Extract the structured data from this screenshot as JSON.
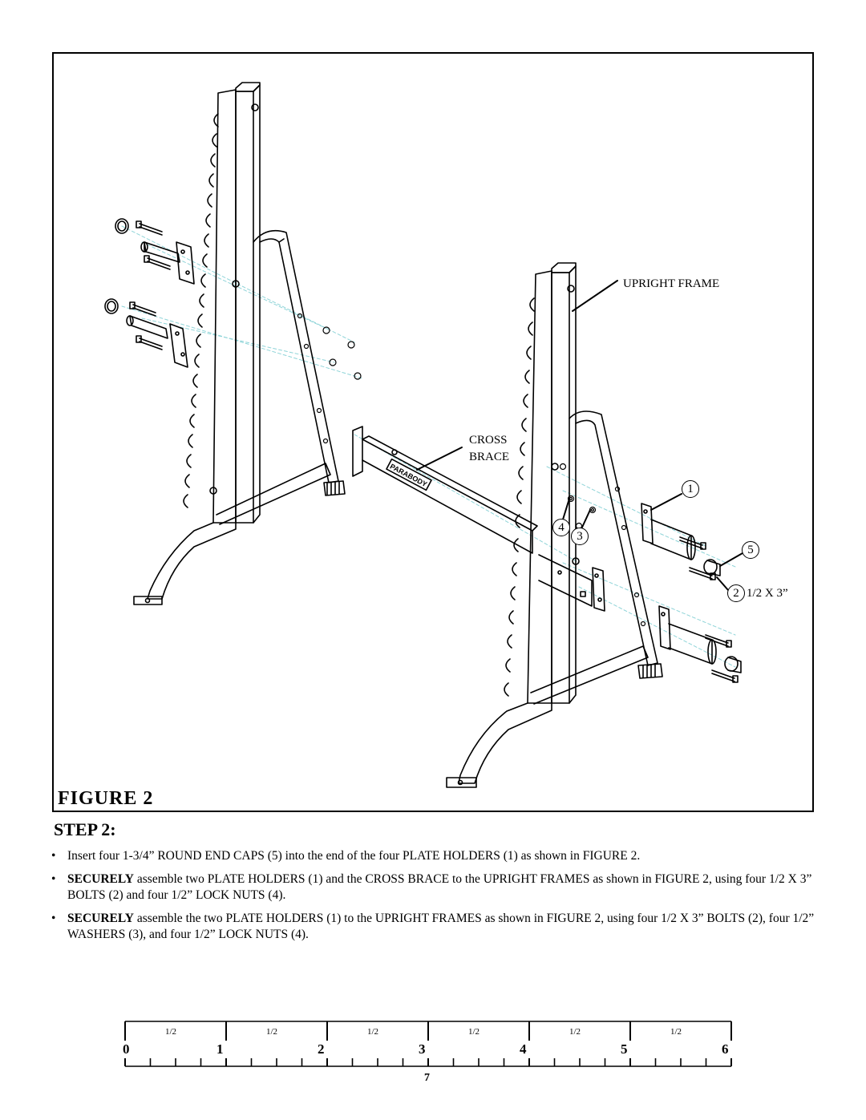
{
  "figure": {
    "caption": "FIGURE 2",
    "labels": {
      "upright_frame": "UPRIGHT FRAME",
      "cross_brace_line1": "CROSS",
      "cross_brace_line2": "BRACE",
      "bolt_size": "1/2 X 3”"
    },
    "part_numbers": {
      "plate_holder": "1",
      "bolt": "2",
      "washer": "3",
      "lock_nut": "4",
      "end_cap": "5"
    },
    "brace_logo": "PARABODY"
  },
  "step": {
    "heading": "STEP 2:",
    "bullet_char": "•",
    "instructions": [
      {
        "strong": "",
        "text": "Insert four 1-3/4” ROUND END CAPS (5) into the end of the four PLATE HOLDERS (1) as shown in FIGURE 2."
      },
      {
        "strong": "SECURELY",
        "text": " assemble two PLATE HOLDERS (1)  and the CROSS BRACE to the UPRIGHT FRAMES as shown in FIGURE 2, using four 1/2 X 3” BOLTS (2) and four 1/2” LOCK NUTS (4)."
      },
      {
        "strong": "SECURELY",
        "text": " assemble the two PLATE HOLDERS (1)  to the UPRIGHT FRAMES as shown in FIGURE 2, using four 1/2 X 3” BOLTS (2), four 1/2” WASHERS (3), and four 1/2” LOCK NUTS (4)."
      }
    ]
  },
  "ruler": {
    "inch_labels": [
      "0",
      "1",
      "2",
      "3",
      "4",
      "5",
      "6"
    ],
    "half_label": "1/2",
    "bottom_label": "7"
  }
}
